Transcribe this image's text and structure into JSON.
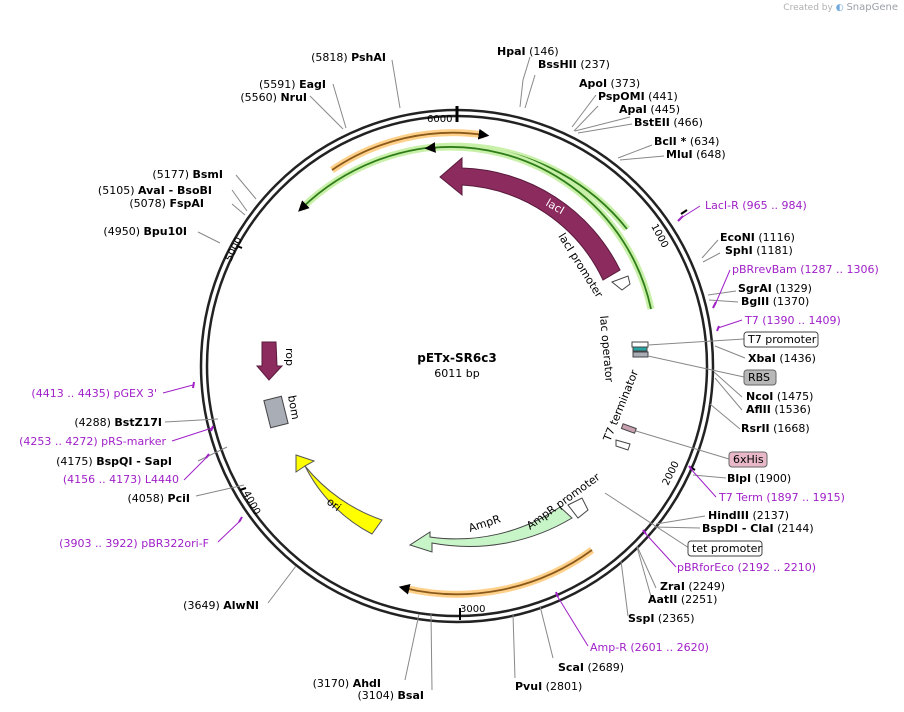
{
  "credit": {
    "prefix": "Created by",
    "brand": "SnapGene"
  },
  "map": {
    "name": "pETx-SR6c3",
    "length_label": "6011 bp",
    "total_bp": 6011,
    "ticks": [
      "1000",
      "2000",
      "3000",
      "4000",
      "5000",
      "6000"
    ]
  },
  "features": [
    {
      "label": "lacI",
      "color": "#8b2b5e"
    },
    {
      "label": "lacI promoter"
    },
    {
      "label": "lac operator"
    },
    {
      "label": "T7 terminator"
    },
    {
      "label": "AmpR promoter"
    },
    {
      "label": "AmpR",
      "color": "#c8f5c8"
    },
    {
      "label": "ori",
      "color": "#ffff00"
    },
    {
      "label": "bom",
      "color": "#a8adb6"
    },
    {
      "label": "rop",
      "color": "#8b2b5e"
    }
  ],
  "boxed_labels": [
    {
      "text": "T7 promoter"
    },
    {
      "text": "RBS"
    },
    {
      "text": "6xHis"
    },
    {
      "text": "tet promoter"
    }
  ],
  "sites": [
    {
      "name": "HpaI",
      "pos": "(146)"
    },
    {
      "name": "BssHII",
      "pos": "(237)"
    },
    {
      "name": "ApoI",
      "pos": "(373)"
    },
    {
      "name": "PspOMI",
      "pos": "(441)"
    },
    {
      "name": "ApaI",
      "pos": "(445)"
    },
    {
      "name": "BstEII",
      "pos": "(466)"
    },
    {
      "name": "BclI *",
      "pos": "(634)"
    },
    {
      "name": "MluI",
      "pos": "(648)"
    },
    {
      "name": "EcoNI",
      "pos": "(1116)"
    },
    {
      "name": "SphI",
      "pos": "(1181)"
    },
    {
      "name": "SgrAI",
      "pos": "(1329)"
    },
    {
      "name": "BglII",
      "pos": "(1370)"
    },
    {
      "name": "XbaI",
      "pos": "(1436)"
    },
    {
      "name": "NcoI",
      "pos": "(1475)"
    },
    {
      "name": "AflII",
      "pos": "(1536)"
    },
    {
      "name": "RsrII",
      "pos": "(1668)"
    },
    {
      "name": "BlpI",
      "pos": "(1900)"
    },
    {
      "name": "HindIII",
      "pos": "(2137)"
    },
    {
      "name": "BspDI - ClaI",
      "pos": "(2144)"
    },
    {
      "name": "ZraI",
      "pos": "(2249)"
    },
    {
      "name": "AatII",
      "pos": "(2251)"
    },
    {
      "name": "SspI",
      "pos": "(2365)"
    },
    {
      "name": "ScaI",
      "pos": "(2689)"
    },
    {
      "name": "PvuI",
      "pos": "(2801)"
    },
    {
      "name": "AhdI",
      "pos": "(3170)"
    },
    {
      "name": "BsaI",
      "pos": "(3104)"
    },
    {
      "name": "AlwNI",
      "pos": "(3649)"
    },
    {
      "name": "PciI",
      "pos": "(4058)"
    },
    {
      "name": "BspQI - SapI",
      "pos": "(4175)"
    },
    {
      "name": "BstZ17I",
      "pos": "(4288)"
    },
    {
      "name": "Bpu10I",
      "pos": "(4950)"
    },
    {
      "name": "FspAI",
      "pos": "(5078)"
    },
    {
      "name": "AvaI - BsoBI",
      "pos": "(5105)"
    },
    {
      "name": "BsmI",
      "pos": "(5177)"
    },
    {
      "name": "NruI",
      "pos": "(5560)"
    },
    {
      "name": "EagI",
      "pos": "(5591)"
    },
    {
      "name": "PshAI",
      "pos": "(5818)"
    }
  ],
  "primers": [
    {
      "name": "LacI-R",
      "range": "(965 .. 984)"
    },
    {
      "name": "pBRrevBam",
      "range": "(1287 .. 1306)"
    },
    {
      "name": "T7",
      "range": "(1390 .. 1409)"
    },
    {
      "name": "T7 Term",
      "range": "(1897 .. 1915)"
    },
    {
      "name": "pBRforEco",
      "range": "(2192 .. 2210)"
    },
    {
      "name": "Amp-R",
      "range": "(2601 .. 2620)"
    },
    {
      "name": "pBR322ori-F",
      "range": "(3903 .. 3922)"
    },
    {
      "name": "L4440",
      "range": "(4156 .. 4173)"
    },
    {
      "name": "pRS-marker",
      "range": "(4253 .. 4272)"
    },
    {
      "name": "pGEX 3'",
      "range": "(4413 .. 4435)"
    }
  ]
}
